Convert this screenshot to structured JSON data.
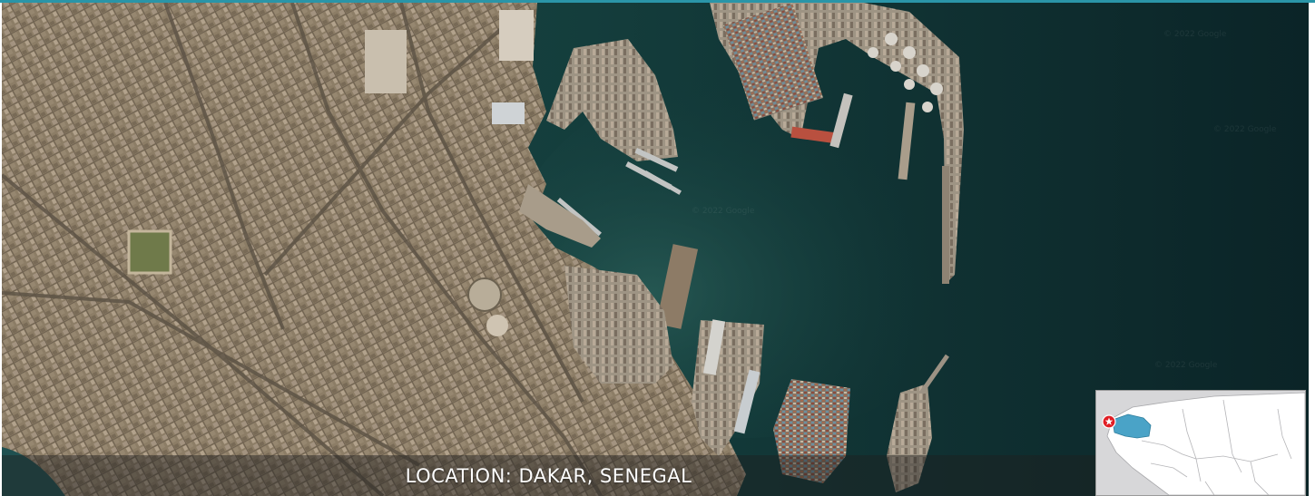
{
  "caption": {
    "location_text": "LOCATION: DAKAR, SENEGAL"
  },
  "inset": {
    "marker_icon": "star-marker-icon",
    "highlight_country": "Senegal"
  },
  "watermark": {
    "text": "© 2022 Google"
  },
  "colors": {
    "accent_topbar": "#2a95a8",
    "sea_deep": "#0d2a2e",
    "sea_harbor": "#163f3e",
    "land_city": "#8a7a64",
    "inset_land": "#ffffff",
    "inset_sea": "#d7d7d9",
    "inset_highlight": "#4aa3c7",
    "marker_red": "#e01e25"
  }
}
